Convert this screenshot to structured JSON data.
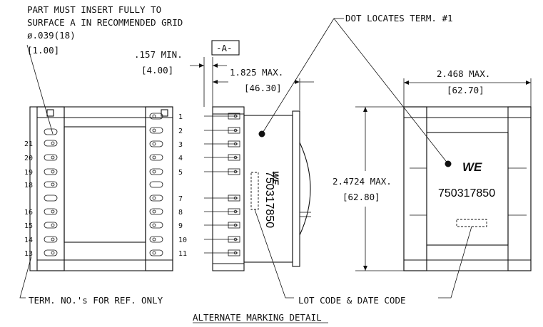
{
  "notes": {
    "insert_line1": "PART MUST INSERT FULLY TO",
    "insert_line2": "SURFACE A IN RECOMMENDED GRID",
    "hole_inch": "ø.039(18)",
    "hole_mm": "[1.00]",
    "dot_note": "DOT LOCATES TERM. #1",
    "term_note": "TERM. NO.'s FOR REF. ONLY",
    "lot_note": "LOT CODE & DATE CODE",
    "detail_title": "ALTERNATE MARKING DETAIL"
  },
  "datum": "-A-",
  "dims": {
    "min_inch": ".157 MIN.",
    "min_mm": "[4.00]",
    "depth_inch": "1.825 MAX.",
    "depth_mm": "[46.30]",
    "width_inch": "2.468 MAX.",
    "width_mm": "[62.70]",
    "height_inch": "2.4724 MAX.",
    "height_mm": "[62.80]"
  },
  "marking": {
    "logo": "WE",
    "part_number": "750317850"
  },
  "pins_left": [
    "21",
    "20",
    "19",
    "18",
    "16",
    "15",
    "14",
    "13"
  ],
  "pins_right": [
    "1",
    "2",
    "3",
    "4",
    "5",
    "7",
    "8",
    "9",
    "10",
    "11"
  ]
}
